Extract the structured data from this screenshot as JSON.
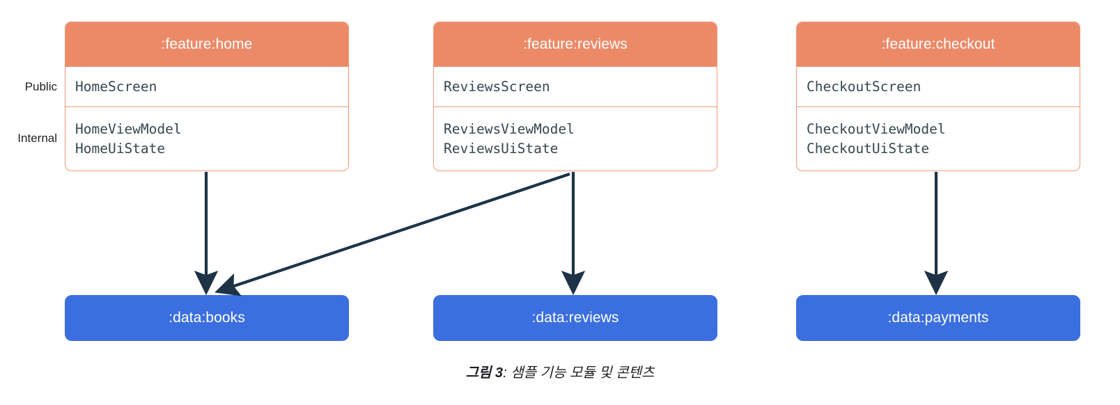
{
  "diagram": {
    "rail_labels": {
      "public": "Public",
      "internal": "Internal"
    },
    "feature_modules": [
      {
        "title": ":feature:home",
        "public": [
          "HomeScreen"
        ],
        "internal": [
          "HomeViewModel",
          "HomeUiState"
        ]
      },
      {
        "title": ":feature:reviews",
        "public": [
          "ReviewsScreen"
        ],
        "internal": [
          "ReviewsViewModel",
          "ReviewsUiState"
        ]
      },
      {
        "title": ":feature:checkout",
        "public": [
          "CheckoutScreen"
        ],
        "internal": [
          "CheckoutViewModel",
          "CheckoutUiState"
        ]
      }
    ],
    "data_modules": [
      {
        "title": ":data:books"
      },
      {
        "title": ":data:reviews"
      },
      {
        "title": ":data:payments"
      }
    ],
    "dependencies": [
      {
        "from": ":feature:home",
        "to": ":data:books"
      },
      {
        "from": ":feature:reviews",
        "to": ":data:reviews"
      },
      {
        "from": ":feature:reviews",
        "to": ":data:books"
      },
      {
        "from": ":feature:checkout",
        "to": ":data:payments"
      }
    ],
    "colors": {
      "feature_header": "#EC8A68",
      "feature_border": "#F0997A",
      "data_fill": "#3B6FDF",
      "code_text": "#37474F",
      "arrow": "#1F3347",
      "label_text": "#202124"
    }
  },
  "caption": {
    "figure_number": "그림 3",
    "separator": ": ",
    "text": "샘플 기능 모듈 및 콘텐츠"
  }
}
